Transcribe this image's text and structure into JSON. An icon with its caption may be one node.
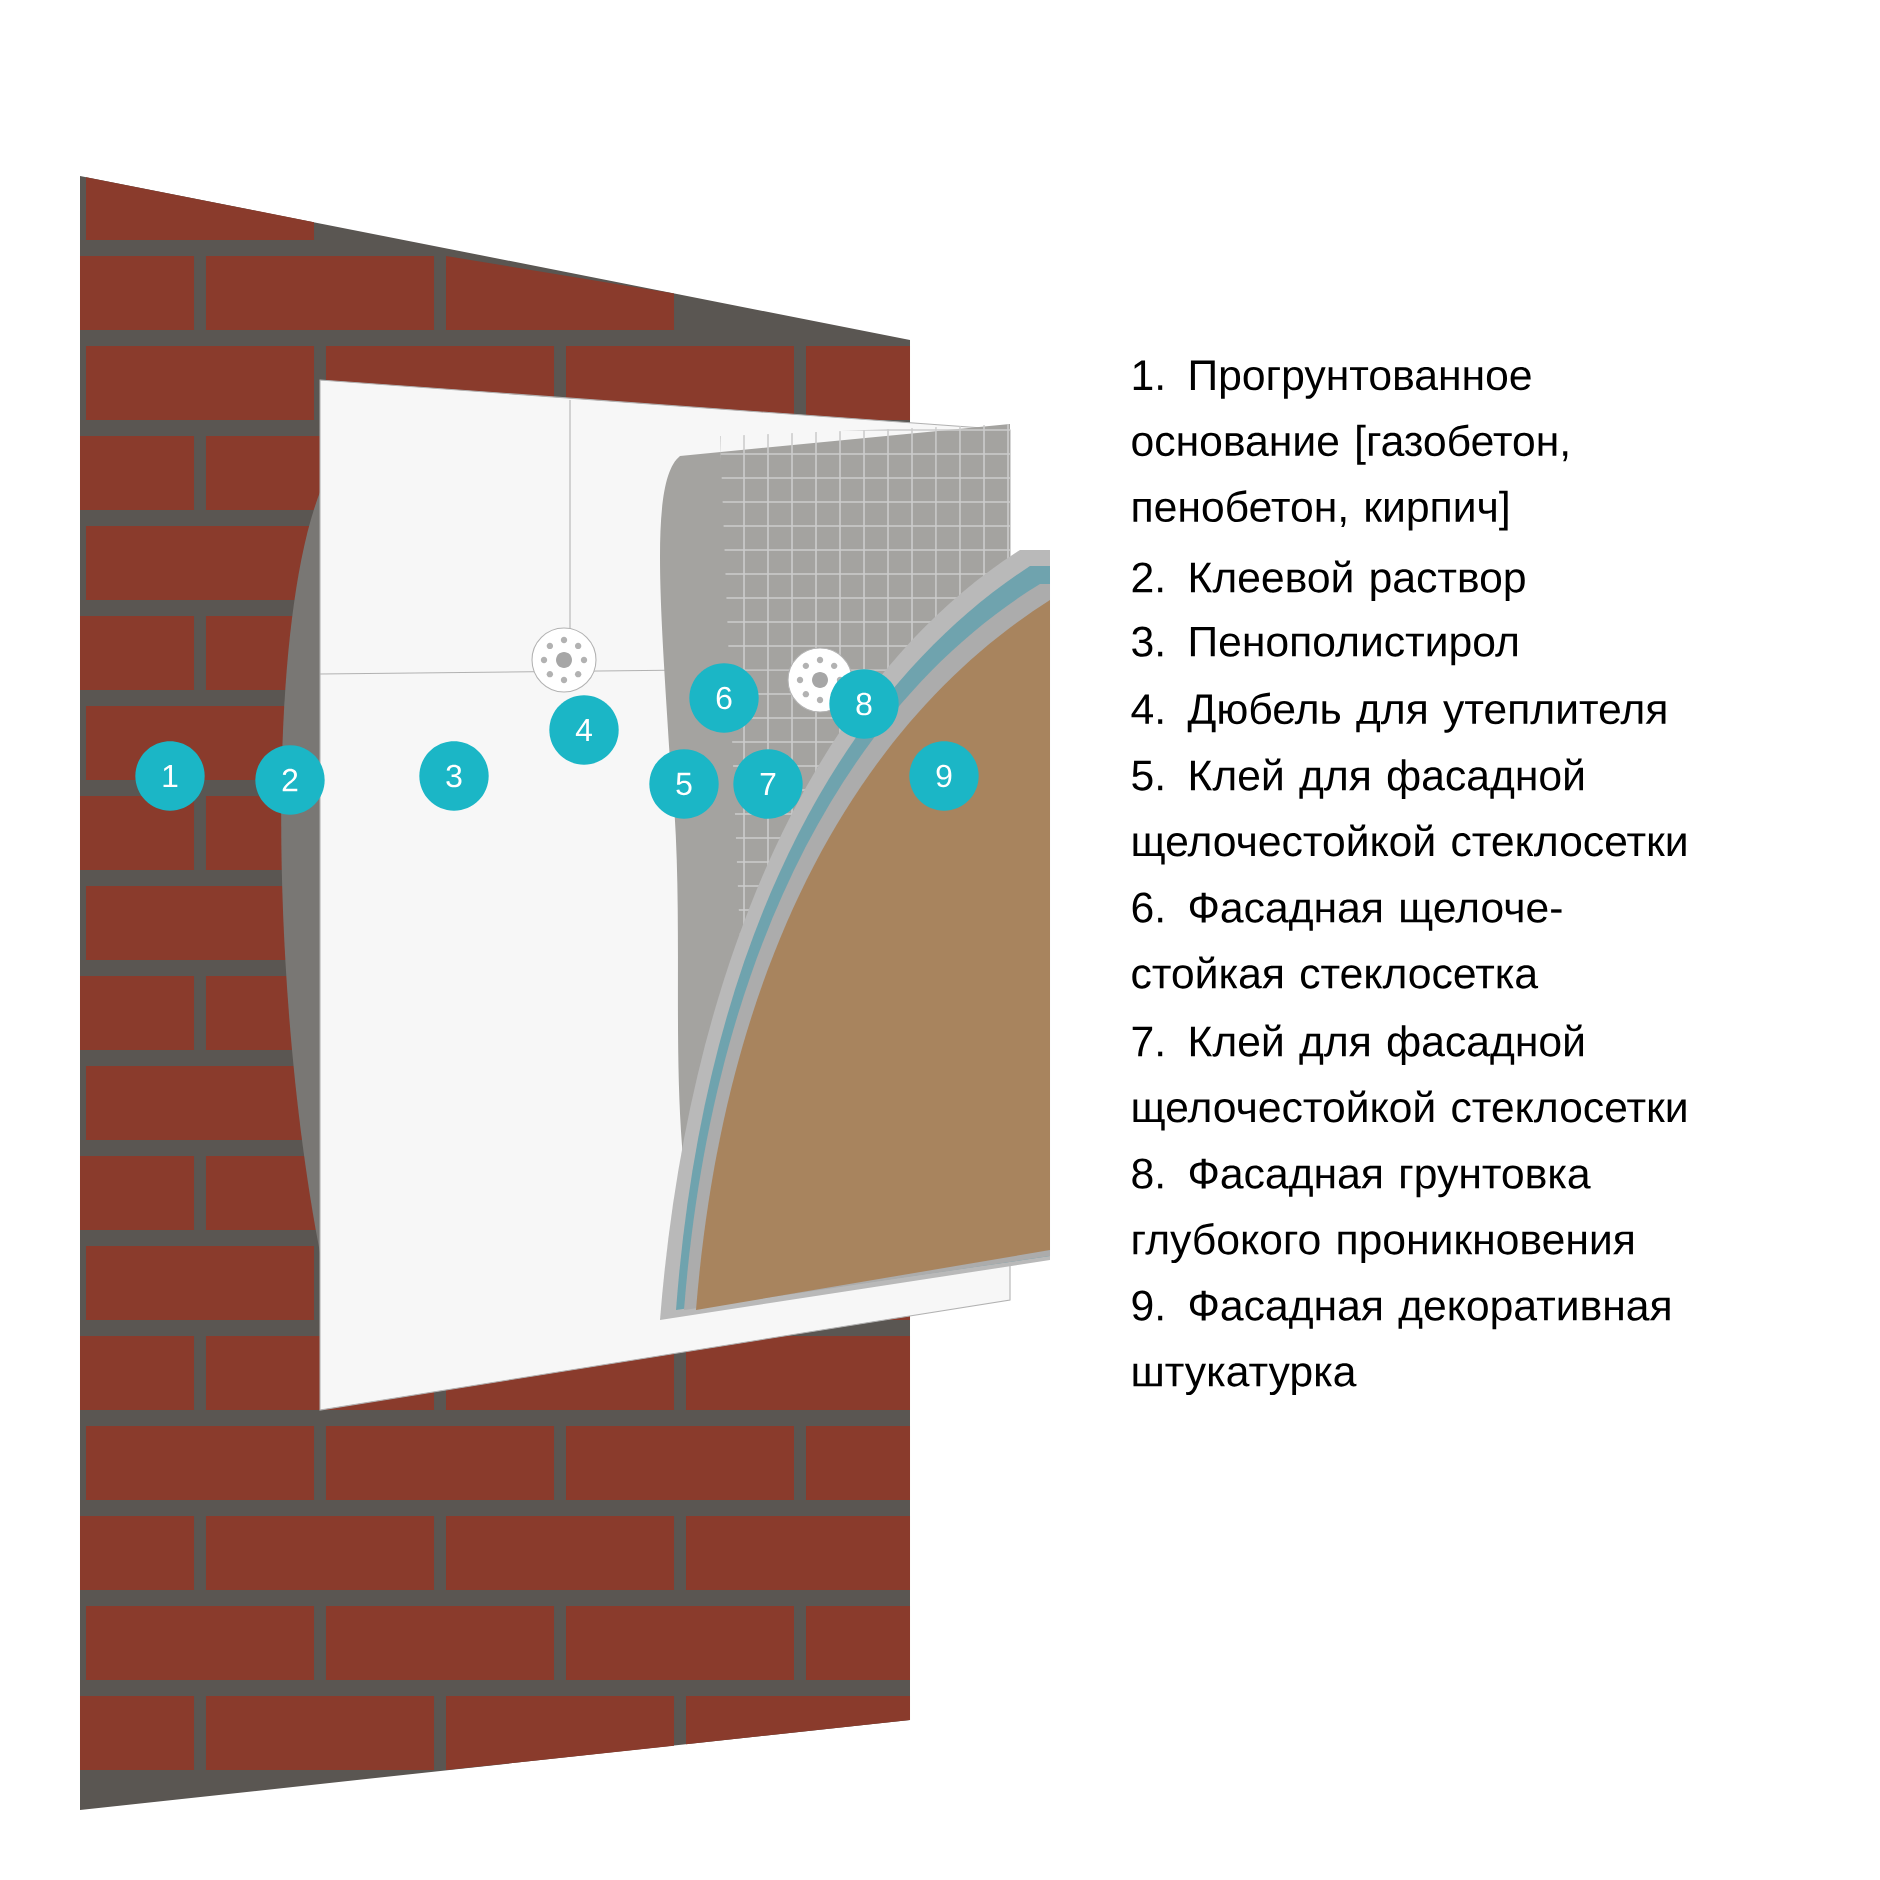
{
  "diagram": {
    "labels": [
      "1",
      "2",
      "3",
      "4",
      "5",
      "6",
      "7",
      "8",
      "9",
      "1. Прогрунтованное основание [газобетон, пенобетон, кирпич]",
      "2. Клеевой раствор",
      "3. Пенополистирол",
      "4. Дюбель для утеплителя",
      "5. Клей для фасадной щелочестойкой стеклосетки",
      "6. Фасадная щелоче-стойкая стеклосетка",
      "7. Клей для фасадной щелочестойкой стеклосетки",
      "8. Фасадная грунтовка глубокого проникновения",
      "9. Фасадная декоративная штукатурка"
    ]
  }
}
